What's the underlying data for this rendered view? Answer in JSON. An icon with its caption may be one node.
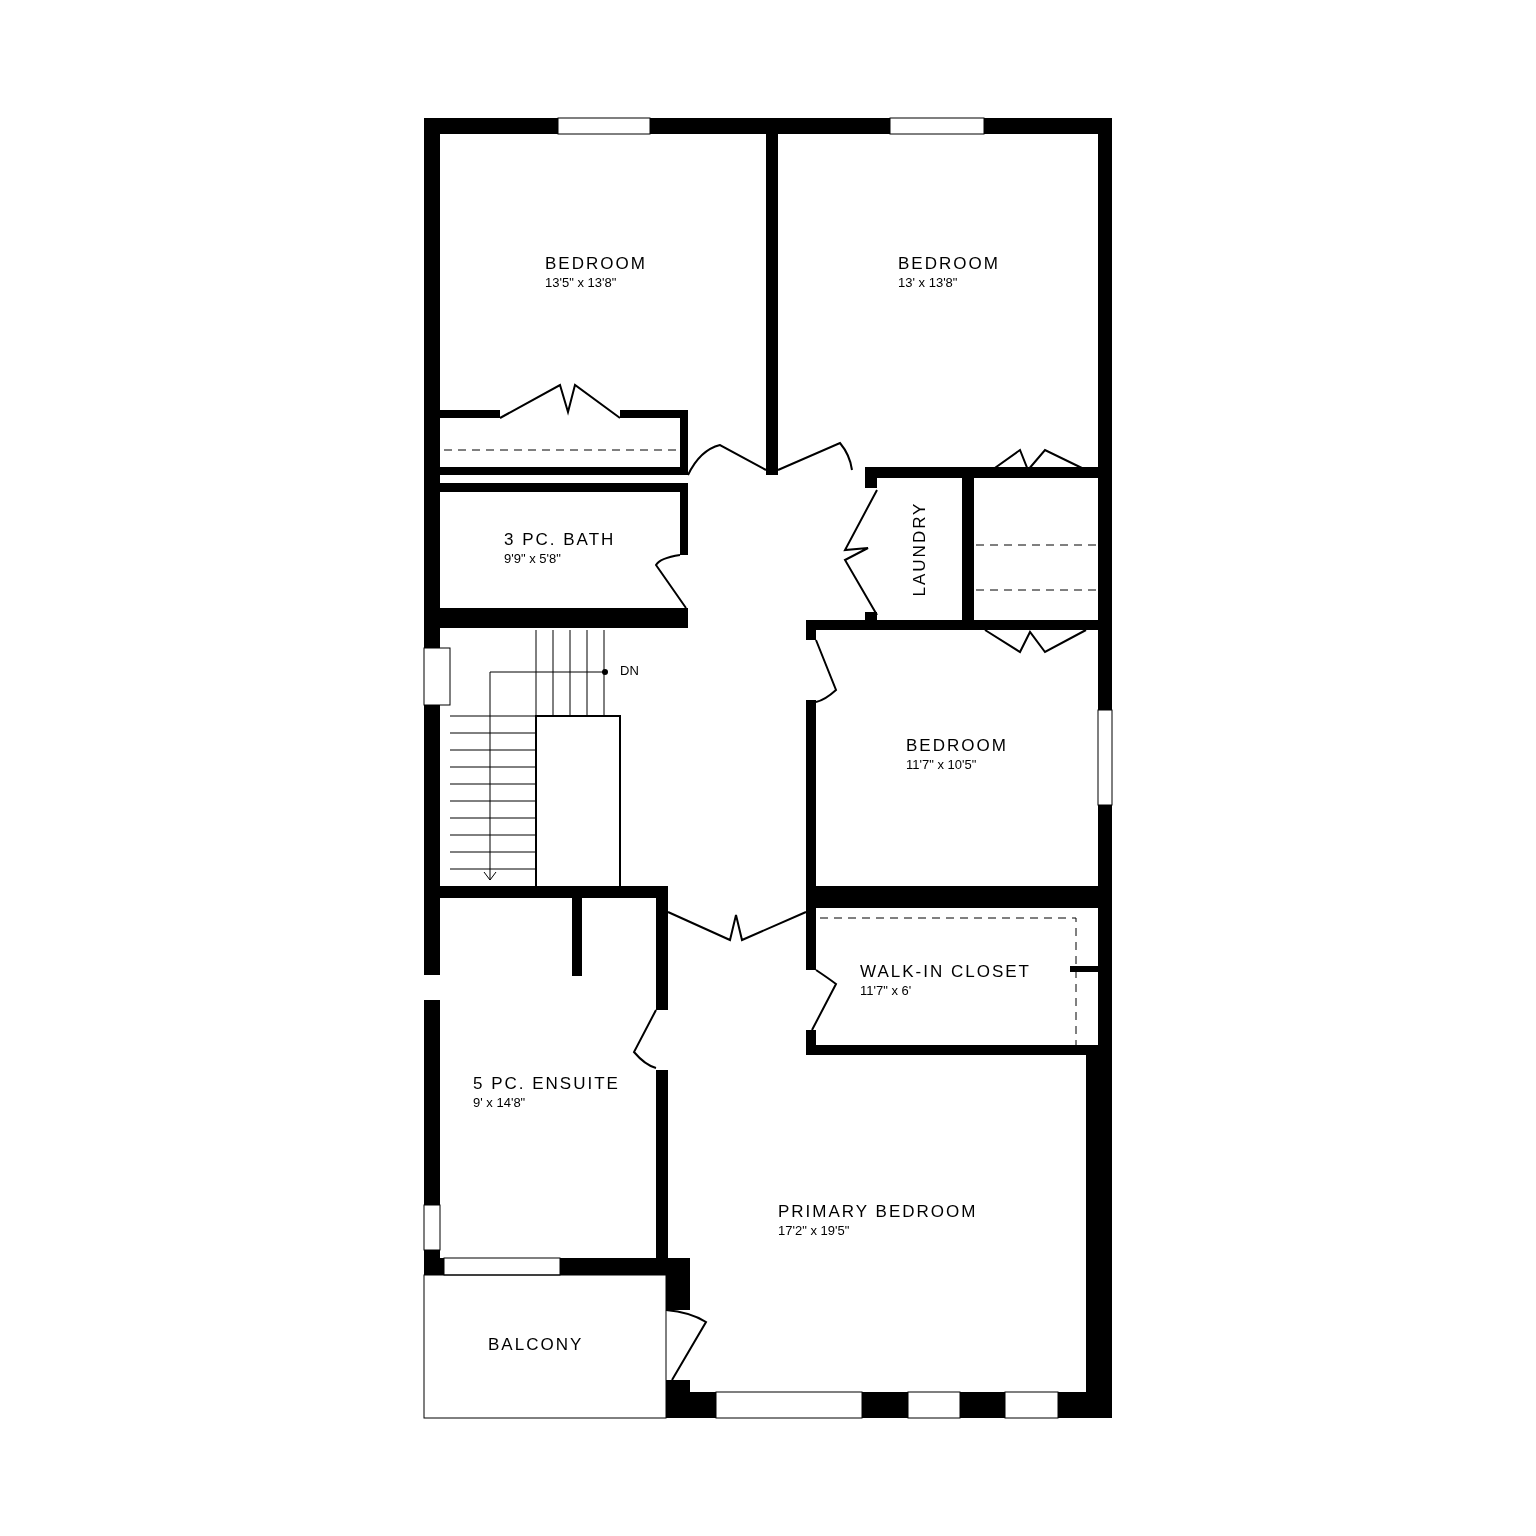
{
  "diagram": {
    "nodes": [
      {
        "text": [
          "BEDROOM",
          "13'5\" x 13'8\""
        ]
      },
      {
        "text": [
          "BEDROOM",
          "13' x 13'8\""
        ]
      },
      {
        "text": [
          "3 PC. BATH",
          "9'9\" x 5'8\""
        ]
      },
      {
        "text": [
          "LAUNDRY"
        ]
      },
      {
        "text": [
          "BEDROOM",
          "11'7\" x 10'5\""
        ]
      },
      {
        "text": [
          "WALK-IN CLOSET",
          "11'7\" x 6'"
        ]
      },
      {
        "text": [
          "5 PC. ENSUITE",
          "9' x 14'8\""
        ]
      },
      {
        "text": [
          "PRIMARY BEDROOM",
          "17'2\" x 19'5\""
        ]
      },
      {
        "text": [
          "BALCONY"
        ]
      }
    ],
    "labels": [
      "DN"
    ]
  }
}
